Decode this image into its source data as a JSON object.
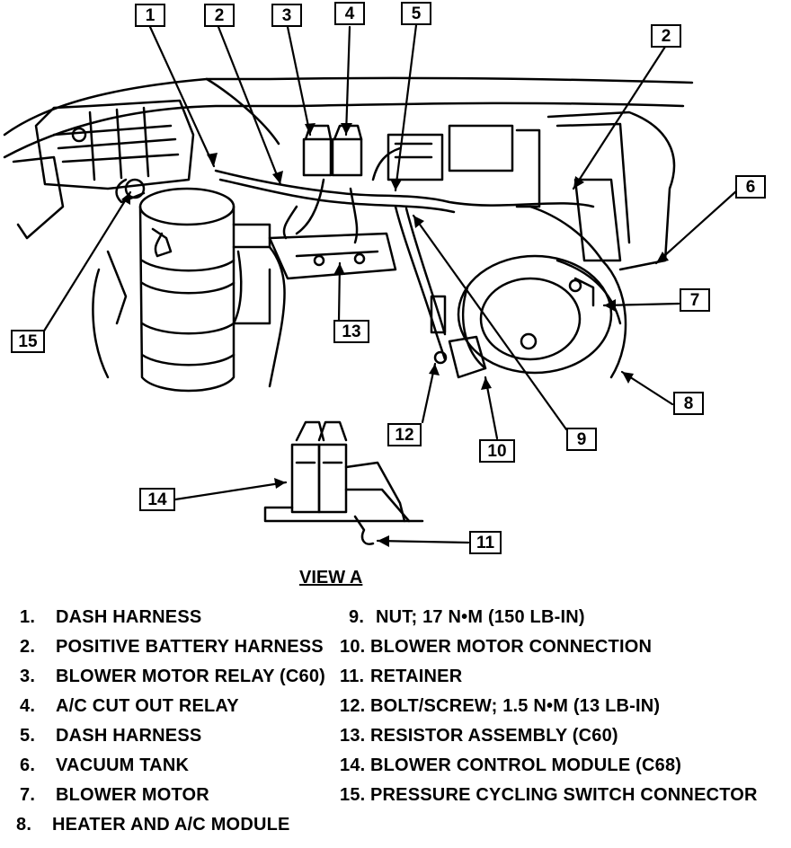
{
  "callouts": {
    "c1": "1",
    "c2": "2",
    "c3": "3",
    "c4": "4",
    "c5": "5",
    "c2b": "2",
    "c6": "6",
    "c7": "7",
    "c8": "8",
    "c9": "9",
    "c10": "10",
    "c11": "11",
    "c12": "12",
    "c13": "13",
    "c14": "14",
    "c15": "15"
  },
  "view_label": "VIEW A",
  "legend": [
    {
      "num": "1.",
      "text": "DASH HARNESS"
    },
    {
      "num": "2.",
      "text": "POSITIVE BATTERY HARNESS"
    },
    {
      "num": "3.",
      "text": "BLOWER MOTOR RELAY (C60)"
    },
    {
      "num": "4.",
      "text": "A/C CUT OUT RELAY"
    },
    {
      "num": "5.",
      "text": "DASH HARNESS"
    },
    {
      "num": "6.",
      "text": "VACUUM TANK"
    },
    {
      "num": "7.",
      "text": "BLOWER MOTOR"
    },
    {
      "num": "8.",
      "text": "HEATER AND A/C MODULE"
    },
    {
      "num": "9.",
      "text": "NUT; 17 N•M (150 LB-IN)"
    },
    {
      "num": "10.",
      "text": "BLOWER MOTOR CONNECTION"
    },
    {
      "num": "11.",
      "text": "RETAINER"
    },
    {
      "num": "12.",
      "text": "BOLT/SCREW; 1.5 N•M (13 LB-IN)"
    },
    {
      "num": "13.",
      "text": "RESISTOR ASSEMBLY (C60)"
    },
    {
      "num": "14.",
      "text": "BLOWER CONTROL MODULE (C68)"
    },
    {
      "num": "15.",
      "text": "PRESSURE CYCLING SWITCH CONNECTOR"
    }
  ]
}
